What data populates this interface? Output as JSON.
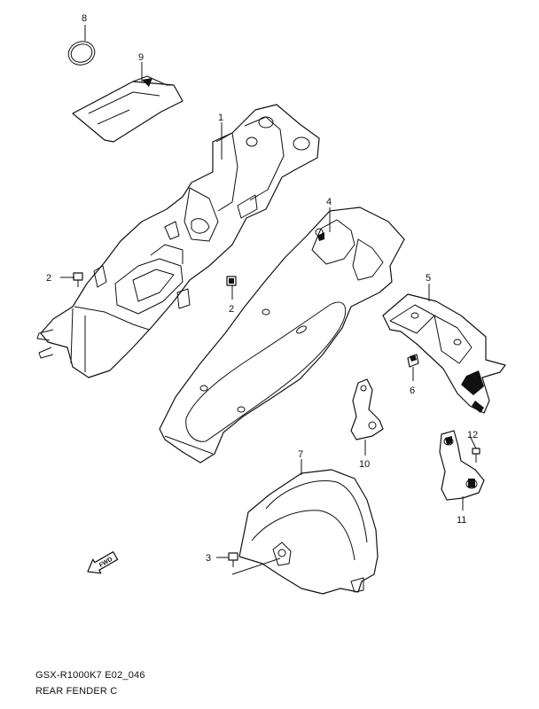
{
  "callouts": {
    "c1": "1",
    "c2a": "2",
    "c2b": "2",
    "c3": "3",
    "c4": "4",
    "c5": "5",
    "c6": "6",
    "c7": "7",
    "c8": "8",
    "c9": "9",
    "c10": "10",
    "c11": "11",
    "c12": "12"
  },
  "fwd_label": "FWD",
  "caption": {
    "model_code": "GSX-R1000K7 E02_046",
    "section_title": "REAR FENDER C"
  },
  "colors": {
    "line": "#111111",
    "background": "#ffffff"
  }
}
